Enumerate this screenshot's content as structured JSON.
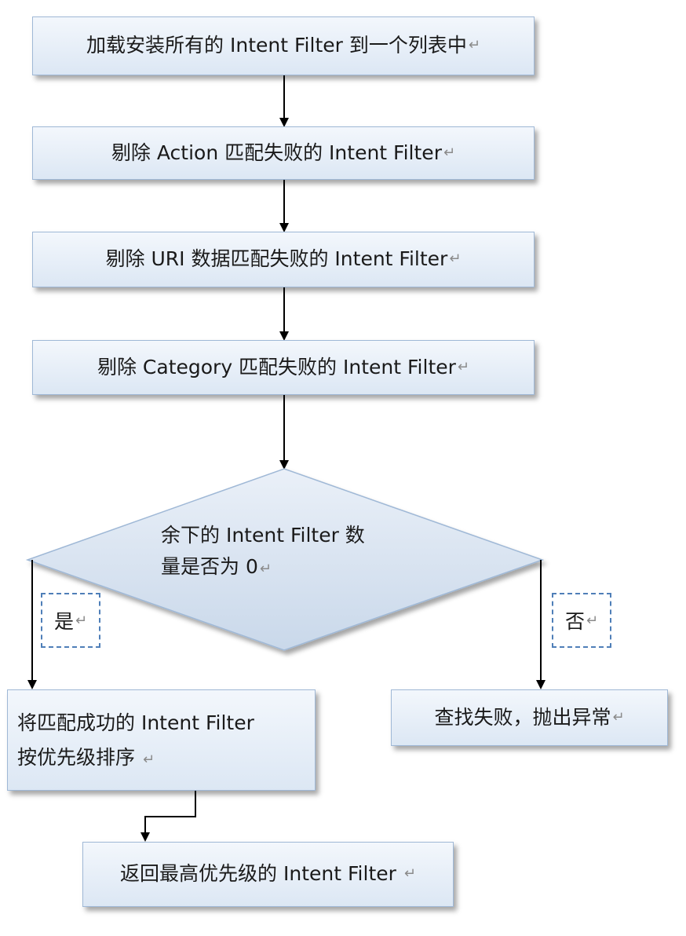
{
  "steps": {
    "load": "加载安装所有的 Intent Filter 到一个列表中",
    "remove_action": "剔除 Action 匹配失败的 Intent Filter",
    "remove_uri": "剔除 URI 数据匹配失败的 Intent Filter",
    "remove_category": "剔除 Category 匹配失败的 Intent Filter",
    "decision_line1": "余下的 Intent  Filter 数",
    "decision_line2": "量是否为 0",
    "sort_line1": "将匹配成功的 Intent Filter",
    "sort_line2": "按优先级排序",
    "fail": "查找失败，抛出异常",
    "return_top": "返回最高优先级的 Intent Filter"
  },
  "branches": {
    "yes": "是",
    "no": "否"
  },
  "marks": {
    "return_glyph": "↵"
  },
  "colors": {
    "box_border": "#9fb8d6",
    "box_fill_top": "#f3f7fc",
    "box_fill_bottom": "#dce7f4",
    "dashed_label": "#4f7fb8",
    "diamond_fill": "#d4e0ef"
  }
}
